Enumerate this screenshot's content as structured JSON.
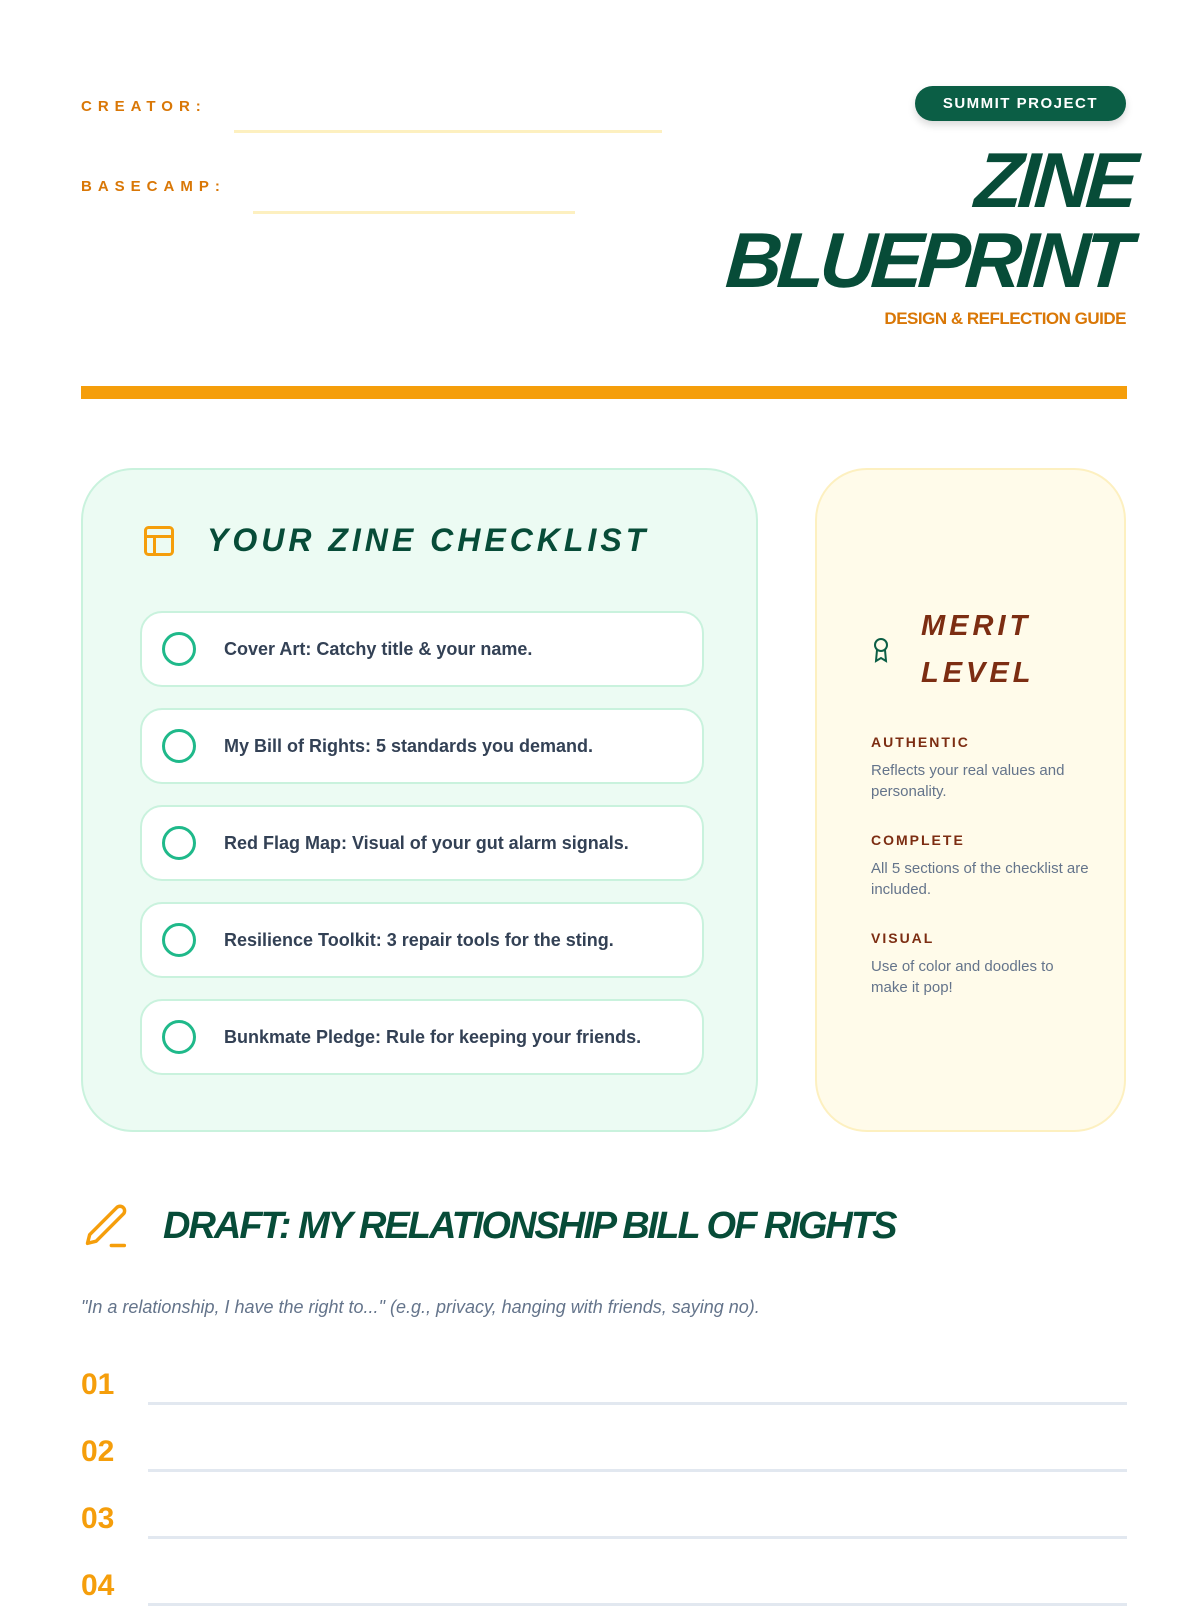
{
  "header": {
    "creator_label": "CREATOR:",
    "basecamp_label": "BASECAMP:",
    "badge": "SUMMIT PROJECT",
    "title_line1": "ZINE",
    "title_line2": "BLUEPRINT",
    "subtitle": "DESIGN & REFLECTION GUIDE"
  },
  "checklist": {
    "icon": "layout-icon",
    "title": "YOUR ZINE CHECKLIST",
    "items": [
      {
        "label": "Cover Art: Catchy title & your name.",
        "checked": false
      },
      {
        "label": "My Bill of Rights: 5 standards you demand.",
        "checked": false
      },
      {
        "label": "Red Flag Map: Visual of your gut alarm signals.",
        "checked": false
      },
      {
        "label": "Resilience Toolkit: 3 repair tools for the sting.",
        "checked": false
      },
      {
        "label": "Bunkmate Pledge: Rule for keeping your friends.",
        "checked": false
      }
    ]
  },
  "merit": {
    "icon": "award-icon",
    "title_line1": "MERIT",
    "title_line2": "LEVEL",
    "criteria": [
      {
        "name": "AUTHENTIC",
        "desc": "Reflects your real values and personality."
      },
      {
        "name": "COMPLETE",
        "desc": "All 5 sections of the checklist are included."
      },
      {
        "name": "VISUAL",
        "desc": "Use of color and doodles to make it pop!"
      }
    ]
  },
  "draft": {
    "icon": "pencil-icon",
    "title": "DRAFT: MY RELATIONSHIP BILL OF RIGHTS",
    "hint": "\"In a relationship, I have the right to...\" (e.g., privacy, hanging with friends, saying no).",
    "rows": [
      "01",
      "02",
      "03",
      "04"
    ]
  },
  "colors": {
    "green": "#074c38",
    "orange": "#f59e0b",
    "brown": "#7c2d12"
  }
}
